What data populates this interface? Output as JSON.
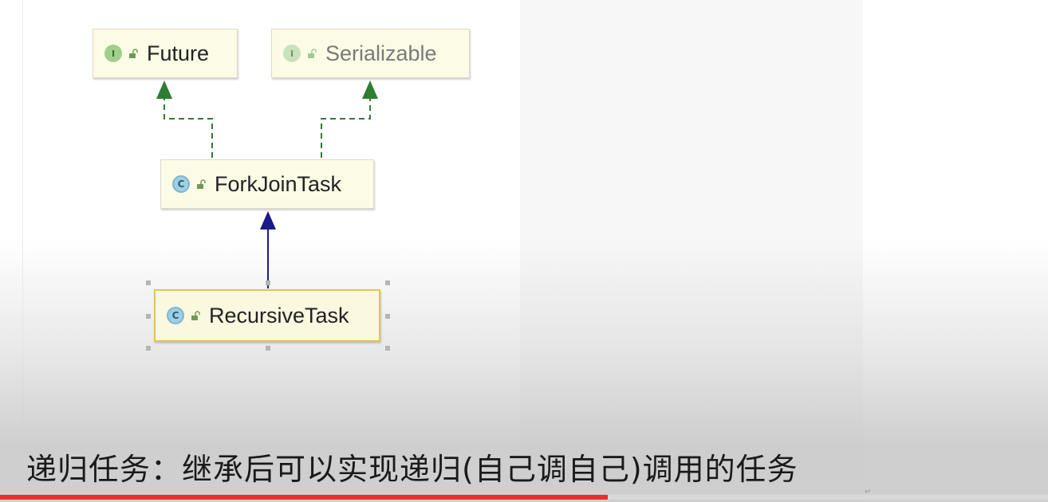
{
  "diagram": {
    "nodes": [
      {
        "id": "future",
        "label": "Future",
        "kind": "interface",
        "badge": "I"
      },
      {
        "id": "serializable",
        "label": "Serializable",
        "kind": "interface",
        "badge": "I"
      },
      {
        "id": "forkjointask",
        "label": "ForkJoinTask",
        "kind": "class",
        "badge": "C"
      },
      {
        "id": "recursivetask",
        "label": "RecursiveTask",
        "kind": "class",
        "badge": "C"
      }
    ],
    "edges": [
      {
        "from": "ForkJoinTask",
        "to": "Future",
        "relation": "implements"
      },
      {
        "from": "ForkJoinTask",
        "to": "Serializable",
        "relation": "implements"
      },
      {
        "from": "RecursiveTask",
        "to": "ForkJoinTask",
        "relation": "extends"
      }
    ],
    "selected": "RecursiveTask",
    "colors": {
      "implements_edge": "#2e7d32",
      "extends_edge": "#1a1a8c",
      "selection_border": "#e2c44d"
    }
  },
  "caption": "递归任务：继承后可以实现递归(自己调自己)调用的任务",
  "video": {
    "progress": 0.58,
    "progress_color": "#e5312b"
  }
}
